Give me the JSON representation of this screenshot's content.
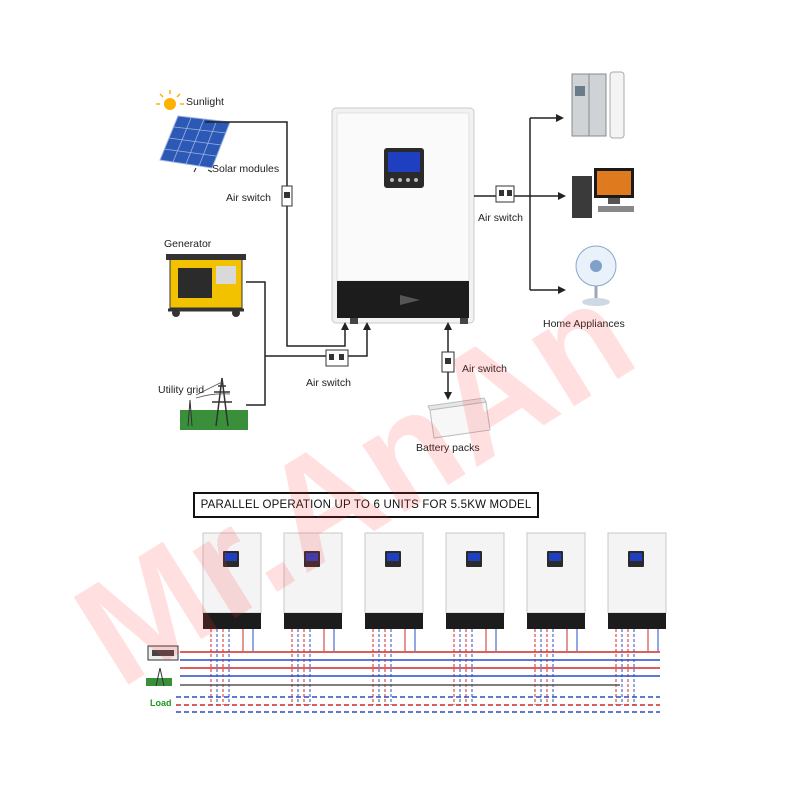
{
  "labels": {
    "sunlight": "Sunlight",
    "solar_modules": "Solar modules",
    "air_switch_solar": "Air switch",
    "generator": "Generator",
    "utility_grid": "Utility grid",
    "air_switch_input": "Air switch",
    "air_switch_battery": "Air switch",
    "battery_packs": "Battery packs",
    "air_switch_output": "Air switch",
    "home_appliances": "Home Appliances",
    "load": "Load"
  },
  "banner": {
    "text": "PARALLEL OPERATION UP TO 6 UNITS FOR 5.5KW MODEL"
  },
  "parallel_units": 6,
  "watermark": "Mr.AnAn",
  "colors": {
    "inverter_body": "#f4f4f4",
    "inverter_base": "#1c1c1c",
    "lcd": "#1e3fbf",
    "wire": "#222222",
    "phase_red": "#d12a2a",
    "neutral_blue": "#2a4fc9",
    "watermark": "#ff3b3b",
    "load_label": "#1a9a1a"
  }
}
